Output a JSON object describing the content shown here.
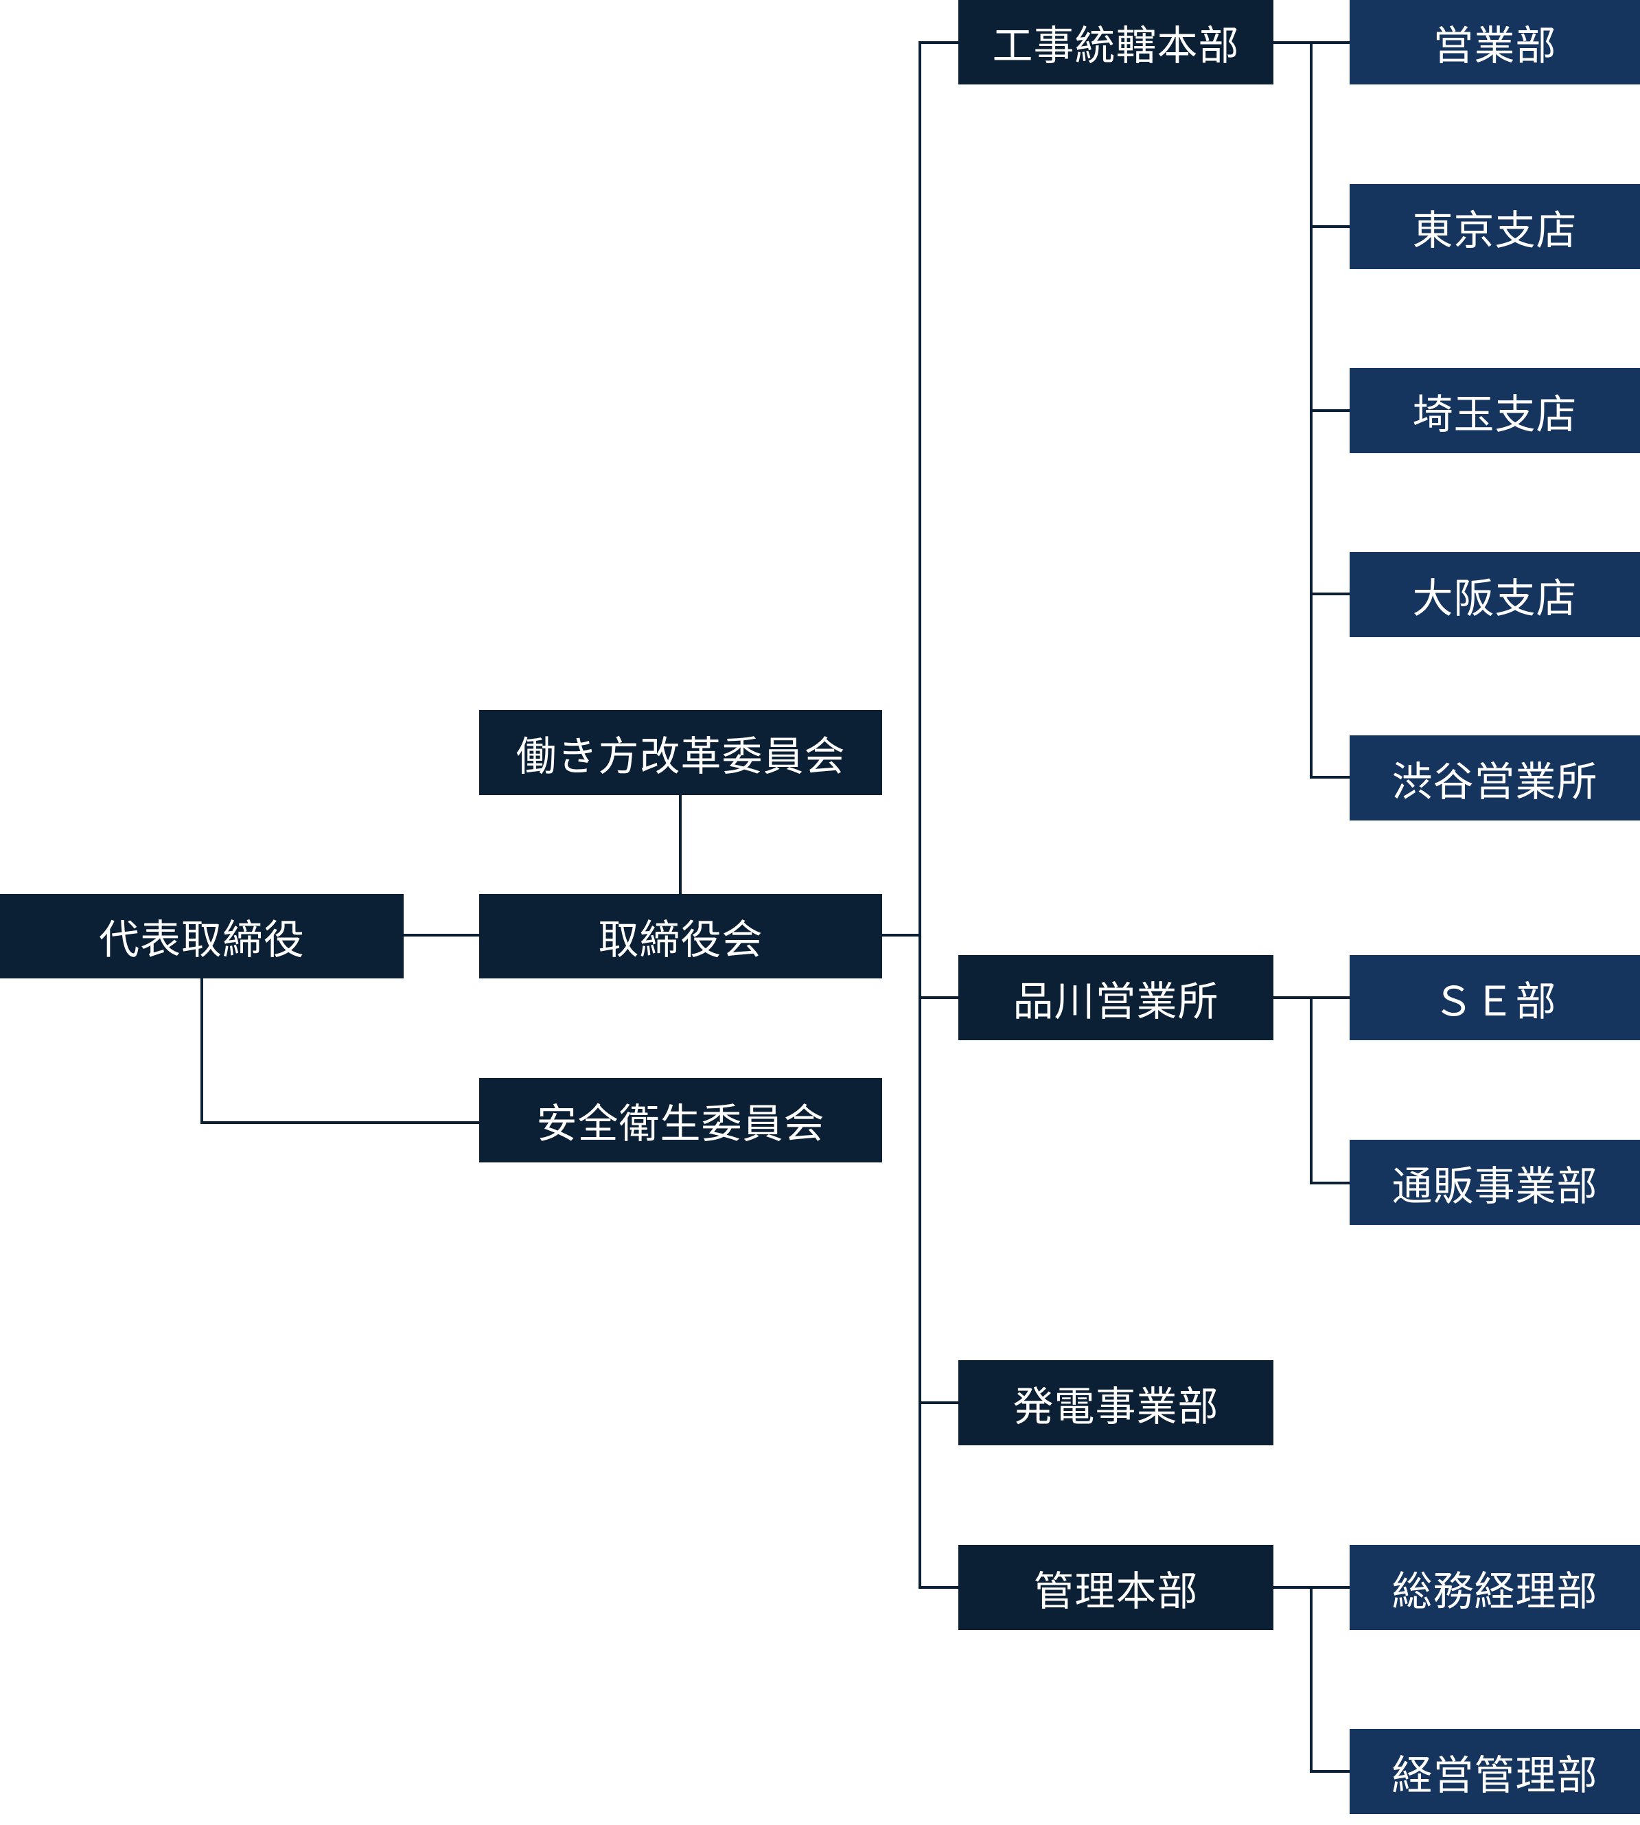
{
  "colors": {
    "executive": "#0b1f35",
    "department": "#15355e",
    "connector": "#0b1f35",
    "text": "#ffffff"
  },
  "org_chart": {
    "representative_director": "代表取締役",
    "board": "取締役会",
    "workstyle_committee": "働き方改革委員会",
    "safety_committee": "安全衛生委員会",
    "divisions": {
      "construction_hq": "工事統轄本部",
      "shinagawa_office": "品川営業所",
      "power_business": "発電事業部",
      "management_hq": "管理本部"
    },
    "construction_units": {
      "sales_dept": "営業部",
      "tokyo_branch": "東京支店",
      "saitama_branch": "埼玉支店",
      "osaka_branch": "大阪支店",
      "shibuya_office": "渋谷営業所"
    },
    "shinagawa_units": {
      "se_dept": "ＳＥ部",
      "mail_order_dept": "通販事業部"
    },
    "management_units": {
      "general_affairs_accounting": "総務経理部",
      "business_management": "経営管理部"
    }
  }
}
